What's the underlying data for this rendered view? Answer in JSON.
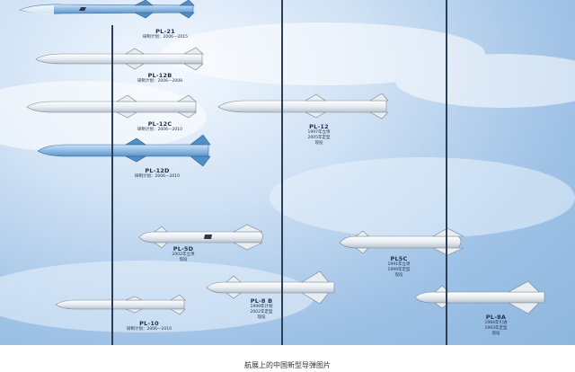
{
  "caption": "航展上的中国新型导弹图片",
  "missiles": [
    {
      "name": "PL-21",
      "lines": [
        "研制计划：2006—2015"
      ]
    },
    {
      "name": "PL-12B",
      "lines": [
        "研制计划：2006—2008"
      ]
    },
    {
      "name": "PL-12C",
      "lines": [
        "研制计划：2006—2010"
      ]
    },
    {
      "name": "PL-12D",
      "lines": [
        "研制计划：2006—2010"
      ]
    },
    {
      "name": "PL-12",
      "lines": [
        "1997年立项",
        "2005年定型",
        "现役"
      ]
    },
    {
      "name": "PL-5D",
      "lines": [
        "2002年立项",
        "现役"
      ]
    },
    {
      "name": "PL5C",
      "lines": [
        "1991年立项",
        "1999年定型",
        "现役"
      ]
    },
    {
      "name": "PL-8 B",
      "lines": [
        "1999年计划",
        "2002年定型",
        "现役"
      ]
    },
    {
      "name": "PL-10",
      "lines": [
        "研制计划：2006—2010"
      ]
    },
    {
      "name": "PL-8A",
      "lines": [
        "1984年引进",
        "1993年定型",
        "现役"
      ]
    }
  ],
  "colors": {
    "sky": "#b7d2ee",
    "missile_white": "#eef2f6",
    "missile_blue": "#7fb0de",
    "text": "#1f2f4a"
  },
  "icons": [
    "missile-pl21",
    "missile-pl12b",
    "missile-pl12c",
    "missile-pl12d",
    "missile-pl12",
    "missile-pl5d",
    "missile-pl5c",
    "missile-pl8b",
    "missile-pl10",
    "missile-pl8a"
  ]
}
